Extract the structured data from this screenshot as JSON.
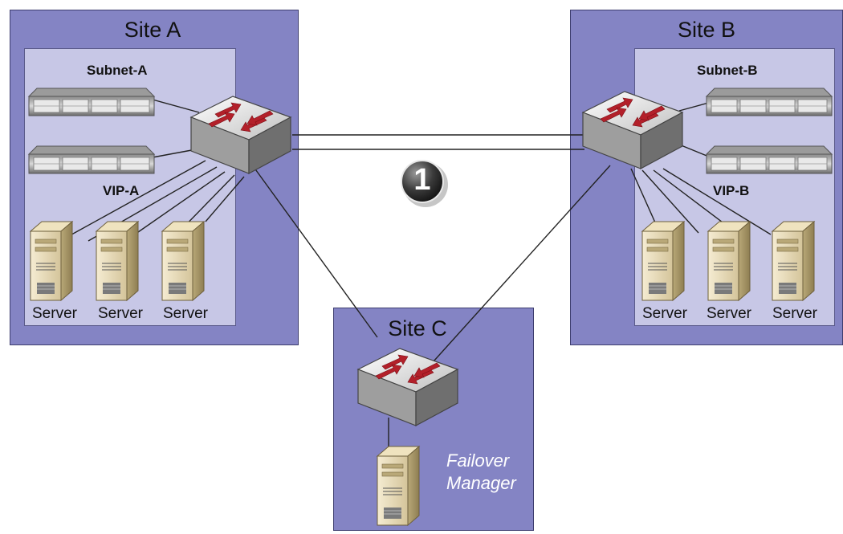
{
  "sites": {
    "a": {
      "title": "Site A",
      "subnet": "Subnet-A",
      "vip": "VIP-A",
      "servers": [
        "Server",
        "Server",
        "Server"
      ]
    },
    "b": {
      "title": "Site B",
      "subnet": "Subnet-B",
      "vip": "VIP-B",
      "servers": [
        "Server",
        "Server",
        "Server"
      ]
    },
    "c": {
      "title": "Site C",
      "manager_line1": "Failover",
      "manager_line2": "Manager"
    }
  },
  "marker": {
    "label": "1"
  },
  "colors": {
    "site_fill": "#8484c4",
    "subnet_fill": "#c7c7e6",
    "arrow": "#b3202a",
    "line": "#222222"
  }
}
